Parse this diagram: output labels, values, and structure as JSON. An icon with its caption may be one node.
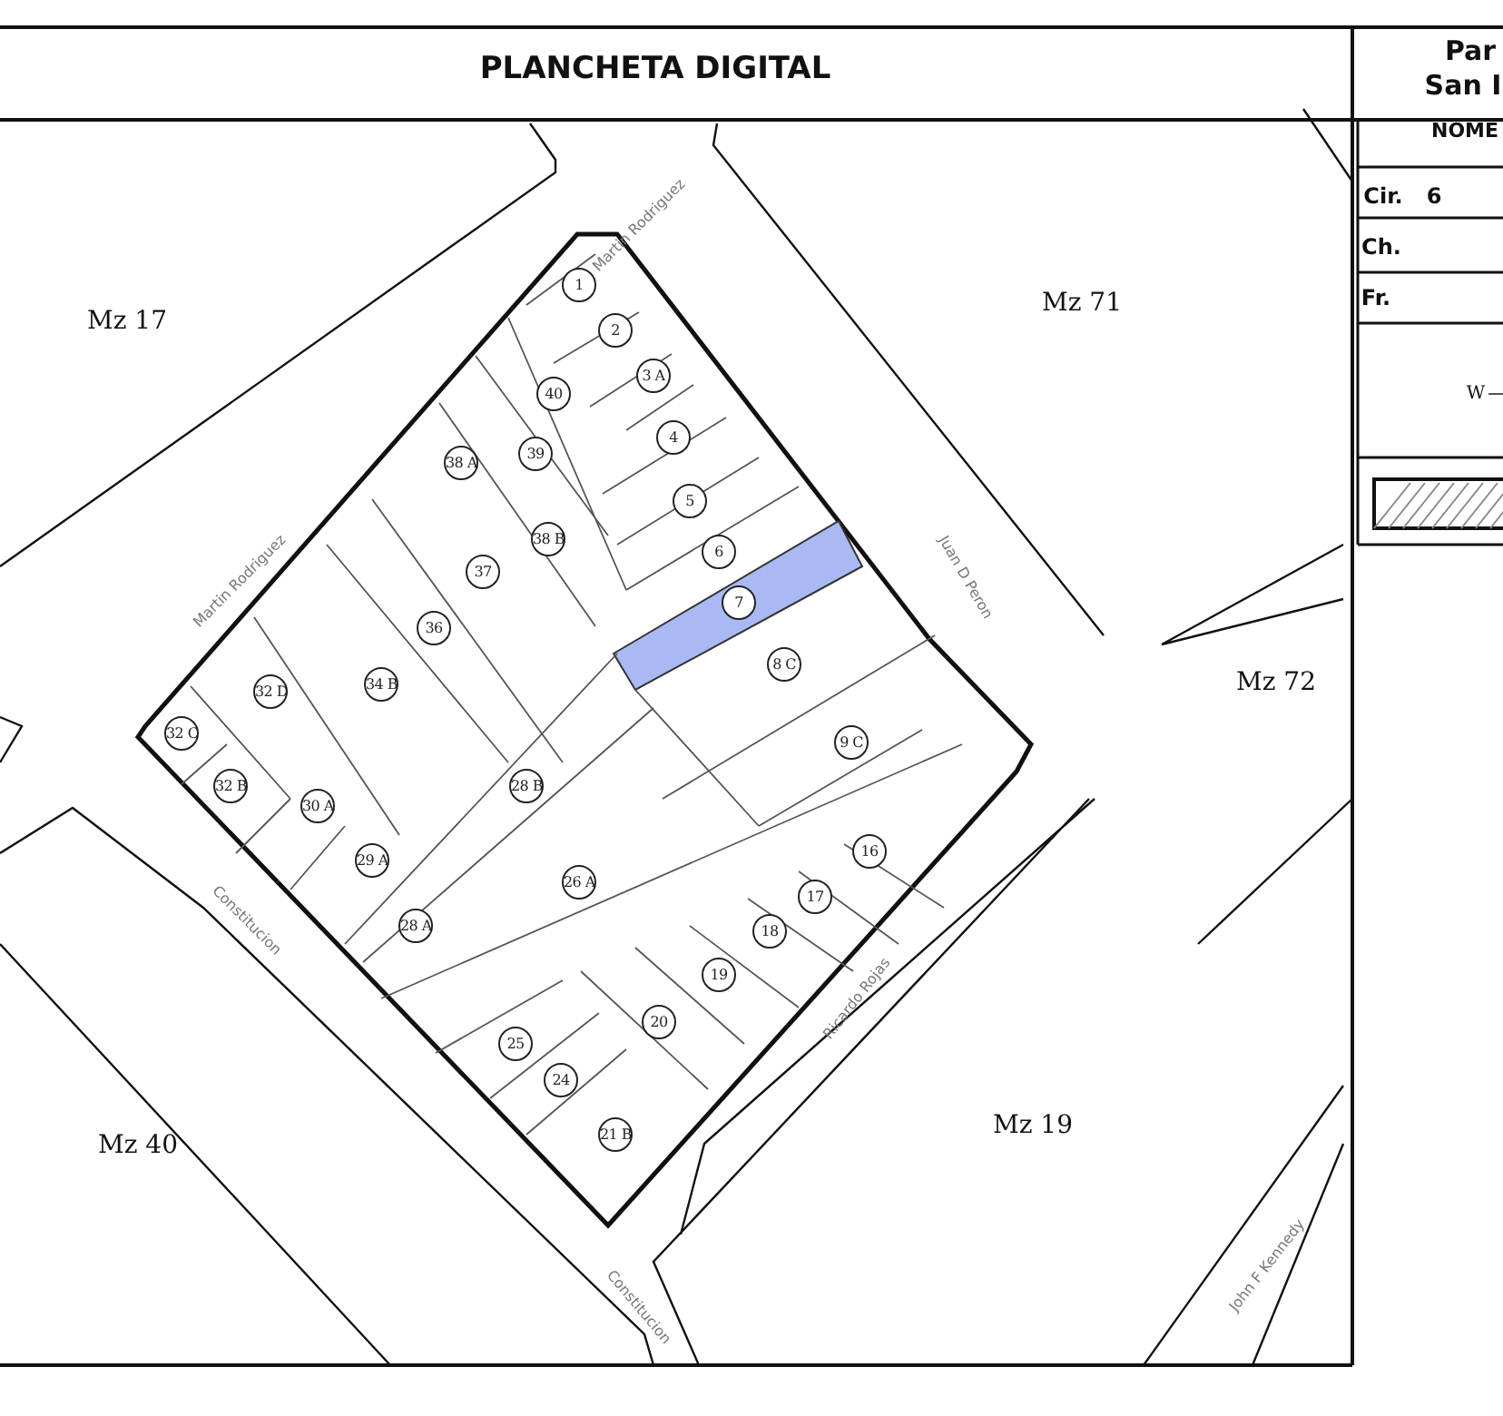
{
  "diagram": {
    "title": "PLANCHETA DIGITAL",
    "labels": [
      "Par",
      "San I",
      "NOME",
      "Cir.",
      "6",
      "Ch.",
      "Fr.",
      "W",
      "Martin Rodriguez",
      "Mz 17",
      "Mz 71",
      "1",
      "2",
      "40",
      "3 A",
      "39",
      "38 A",
      "4",
      "5",
      "38 B",
      "37",
      "6",
      "Juan D Peron",
      "Martin Rodriguez",
      "7",
      "36",
      "8 C",
      "34 B",
      "32 D",
      "Mz 72",
      "32 C",
      "9 C",
      "32 B",
      "28 B",
      "30 A",
      "16",
      "29 A",
      "26 A",
      "17",
      "28 A",
      "18",
      "Constitucion",
      "19",
      "Ricardo Rojas",
      "20",
      "25",
      "24",
      "21 B",
      "Mz 19",
      "Mz 40",
      "John F Kennedy",
      "Constitucion"
    ]
  }
}
